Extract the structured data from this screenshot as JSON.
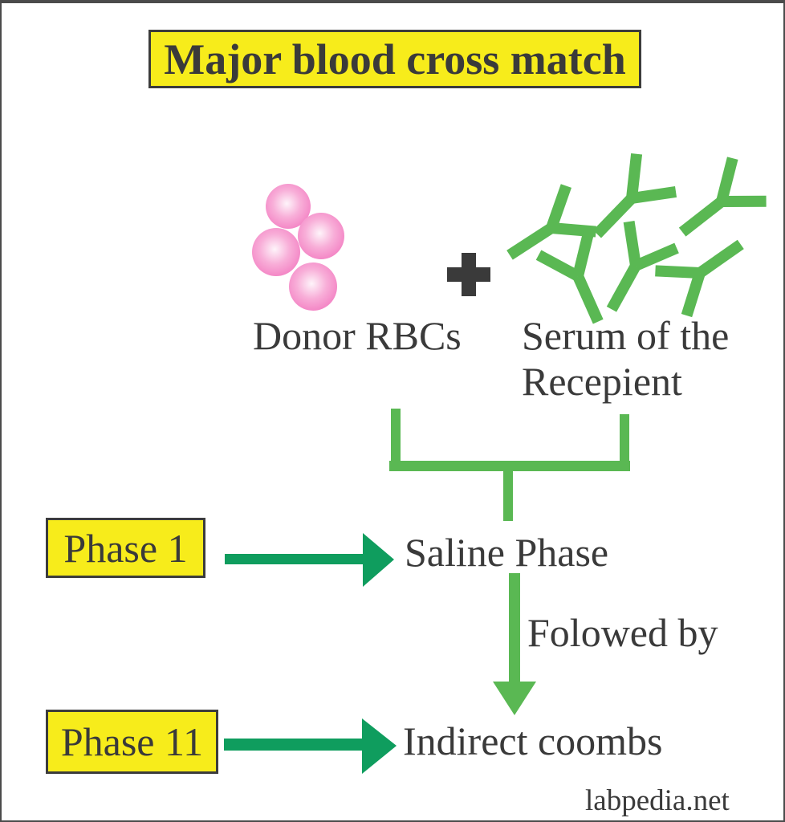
{
  "title": {
    "text": "Major blood cross match"
  },
  "labels": {
    "donor": "Donor RBCs",
    "serum_line1": "Serum of the",
    "serum_line2": "Recepient",
    "saline": "Saline Phase",
    "followed_by": "Folowed by",
    "indirect": "Indirect coombs",
    "phase1": "Phase 1",
    "phase2": "Phase 11"
  },
  "watermark": "labpedia.net",
  "colors": {
    "accent_yellow": "#f7ec1b",
    "text_dark": "#3a3a3a",
    "antibody_green": "#5ab853",
    "arrow_green": "#0f9d5e",
    "rbc_pink": "#f37ec2"
  },
  "icons": {
    "rbc_cluster": "rbc-cluster-icon",
    "antibody": "antibody-y-icon",
    "plus": "plus-icon",
    "join_bracket": "join-bracket-icon",
    "arrow_right": "arrow-right-icon",
    "arrow_down": "arrow-down-icon"
  }
}
